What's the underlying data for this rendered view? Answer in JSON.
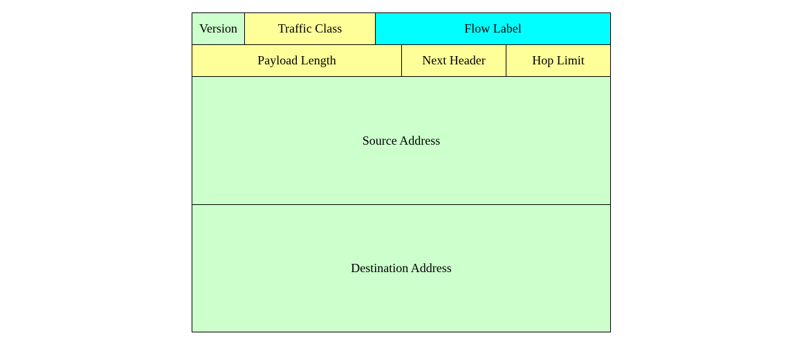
{
  "fields": {
    "version": "Version",
    "traffic_class": "Traffic Class",
    "flow_label": "Flow Label",
    "payload_length": "Payload Length",
    "next_header": "Next Header",
    "hop_limit": "Hop Limit",
    "source_address": "Source Address",
    "destination_address": "Destination Address"
  },
  "colors": {
    "green": "#ccffcc",
    "yellow": "#ffff99",
    "cyan": "#00ffff",
    "border": "#000000"
  }
}
